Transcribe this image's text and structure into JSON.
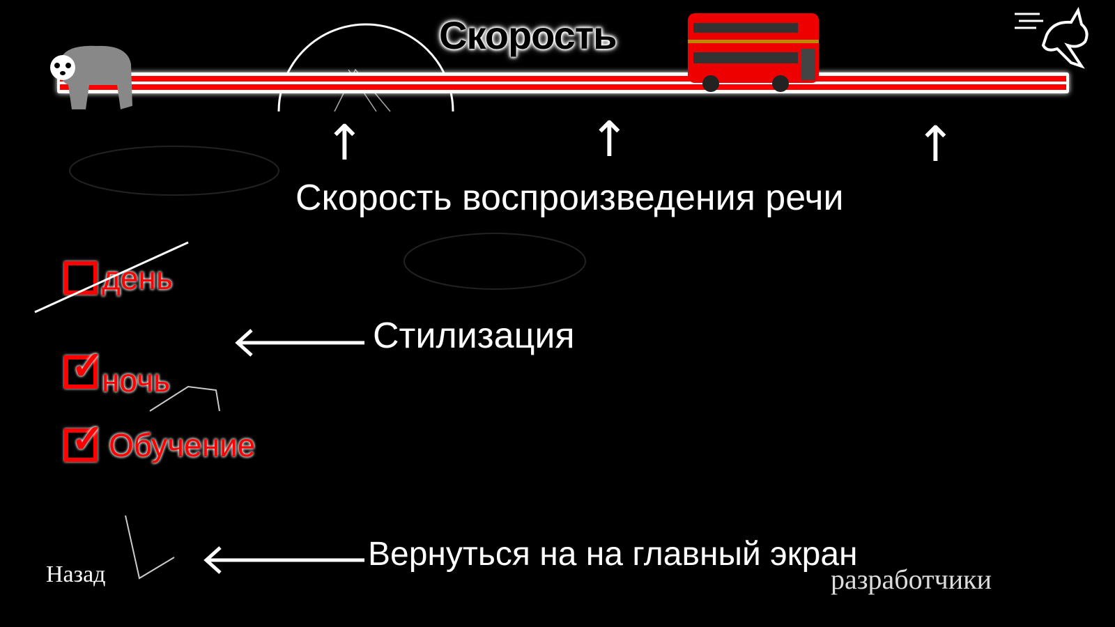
{
  "speed": {
    "title": "Скорость",
    "value": 0.65,
    "caption": "Скорость воспроизведения речи",
    "min_icon": "sloth-icon",
    "max_icon": "rabbit-icon",
    "thumb_icon": "bus-icon"
  },
  "style": {
    "options": [
      {
        "label": "день",
        "checked": false,
        "crossed_out": true
      },
      {
        "label": "ночь",
        "checked": true
      },
      {
        "label": "Обучение",
        "checked": true
      }
    ],
    "caption": "Стилизация"
  },
  "nav": {
    "back_label": "Назад",
    "back_caption": "Вернуться на на главный экран",
    "developers_label": "разработчики"
  },
  "colors": {
    "accent": "#ff0000",
    "background": "#000000"
  }
}
